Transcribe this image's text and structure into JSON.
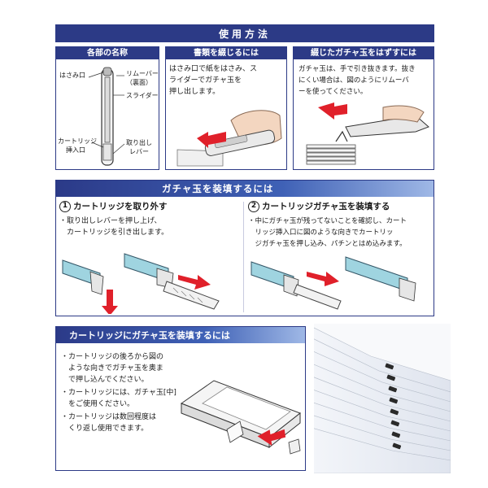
{
  "usage": {
    "title": "使用方法",
    "parts": {
      "title": "各部の名称",
      "hasamiguchi": "はさみ口",
      "remover": "リムーバー",
      "remover_note": "（裏面）",
      "slider": "スライダー",
      "cartridge_inlet_1": "カートリッジ",
      "cartridge_inlet_2": "挿入口",
      "lever_1": "取り出し",
      "lever_2": "レバー"
    },
    "binding": {
      "title": "書類を綴じるには",
      "lines": [
        "はさみ口で紙をはさみ、ス",
        "ライダーでガチャ玉を",
        "押し出します。"
      ]
    },
    "removing": {
      "title": "綴じたガチャ玉をはずすには",
      "lines": [
        "ガチャ玉は、手で引き抜きます。抜き",
        "にくい場合は、図のようにリムーバ",
        "ーを使ってください。"
      ]
    }
  },
  "loading": {
    "title": "ガチャ玉を装填するには",
    "step1": {
      "num": "1",
      "heading": "カートリッジを取り外す",
      "lines": [
        "・取り出しレバーを押し上げ、",
        "　カートリッジを引き出します。"
      ]
    },
    "step2": {
      "num": "2",
      "heading": "カートリッジガチャ玉を装填する",
      "lines": [
        "・中にガチャ玉が残ってないことを確認し、カート",
        "　リッジ挿入口に図のような向きでカートリッ",
        "　ジガチャ玉を押し込み、パチンとはめ込みます。"
      ]
    }
  },
  "cartridge": {
    "title": "カートリッジにガチャ玉を装填するには",
    "lines": [
      "・カートリッジの後ろから図の",
      "　ような向きでガチャ玉を奥ま",
      "　で押し込んでください。",
      "・カートリッジには、ガチャ玉[中]",
      "　をご使用ください。",
      "・カートリッジは数回程度は",
      "　くり返し使用できます。"
    ]
  },
  "colors": {
    "navy": "#2c3a86",
    "arrow": "#e0202a",
    "cyan": "#9fd4e0"
  }
}
